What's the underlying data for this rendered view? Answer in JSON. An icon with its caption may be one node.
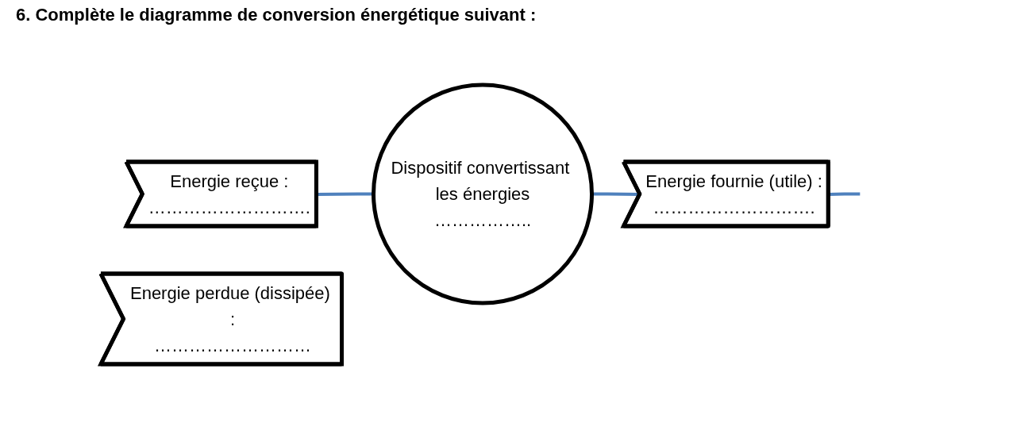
{
  "diagram": {
    "title": "6. Complète le diagramme de conversion énergétique suivant :",
    "nodes": [
      {
        "text": [
          "Energie reçue :",
          "………………………."
        ]
      },
      {
        "text": [
          "Dispositif convertissant les énergies",
          "…………….."
        ]
      },
      {
        "text": [
          "Energie fournie (utile) :",
          "………………………."
        ]
      },
      {
        "text": [
          "Energie perdue (dissipée) :",
          "………………………"
        ]
      }
    ],
    "edges": [
      {
        "from": 0,
        "to": 1,
        "arrow": "none"
      },
      {
        "from": 1,
        "to": 2,
        "arrow": "none"
      },
      {
        "from": 2,
        "to": null,
        "arrow": "none"
      }
    ]
  }
}
